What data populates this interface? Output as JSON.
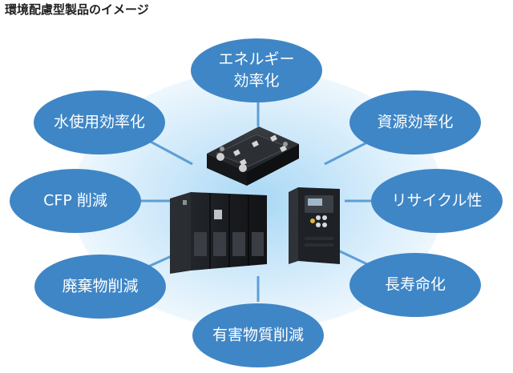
{
  "title": "環境配慮型製品のイメージ",
  "colors": {
    "bubble": "#3f86c6",
    "connector": "#5d9fd6",
    "glow_center": "#a9d8f5",
    "glow_edge": "#ecf6fd"
  },
  "bubbles": [
    {
      "id": "energy",
      "lines": [
        "エネルギー",
        "効率化"
      ]
    },
    {
      "id": "resource",
      "lines": [
        "資源効率化"
      ]
    },
    {
      "id": "recycle",
      "lines": [
        "リサイクル性"
      ]
    },
    {
      "id": "longevity",
      "lines": [
        "長寿命化"
      ]
    },
    {
      "id": "hazardous",
      "lines": [
        "有害物質削減"
      ]
    },
    {
      "id": "waste",
      "lines": [
        "廃棄物削減"
      ]
    },
    {
      "id": "cfp",
      "lines": [
        "CFP 削減"
      ]
    },
    {
      "id": "water",
      "lines": [
        "水使用効率化"
      ]
    }
  ],
  "products": [
    {
      "id": "power-module",
      "icon": "power-module-icon"
    },
    {
      "id": "ups-cabinet",
      "icon": "ups-cabinet-icon"
    },
    {
      "id": "inverter",
      "icon": "inverter-icon"
    }
  ]
}
